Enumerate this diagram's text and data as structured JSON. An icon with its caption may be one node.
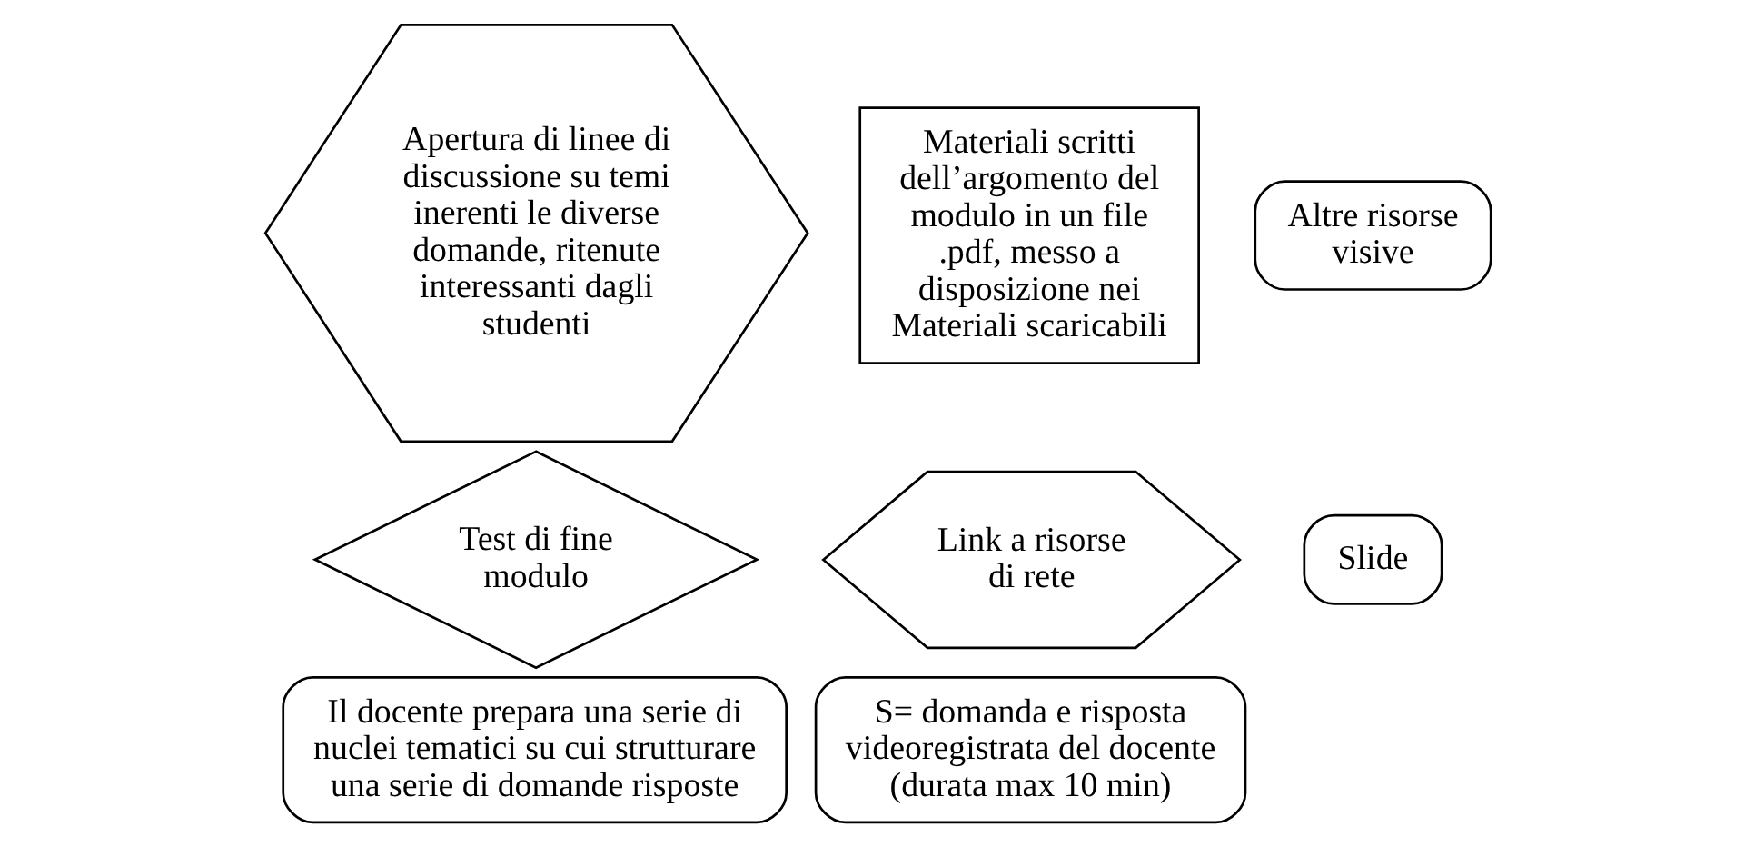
{
  "diagram": {
    "nodes": [
      {
        "text": [
          "Materiali scritti dell’argomento del modulo in un file .pdf, messo a disposizione nei Materiali scaricabili"
        ]
      },
      {
        "text": [
          "Il docente prepara una serie di nuclei tematici su cui strutturare una serie di domande risposte"
        ]
      },
      {
        "text": [
          "Apertura di linee di discussione su temi inerenti le diverse domande, ritenute interessanti dagli studenti"
        ]
      },
      {
        "text": [
          "S= domanda e risposta videoregistrata del docente (durata max 10 min)"
        ]
      },
      {
        "text": [
          "Slide"
        ]
      },
      {
        "text": [
          "Link a risorse di rete"
        ]
      },
      {
        "text": [
          "Altre risorse visive"
        ]
      },
      {
        "text": [
          "Test di fine modulo"
        ]
      }
    ],
    "edges": []
  }
}
